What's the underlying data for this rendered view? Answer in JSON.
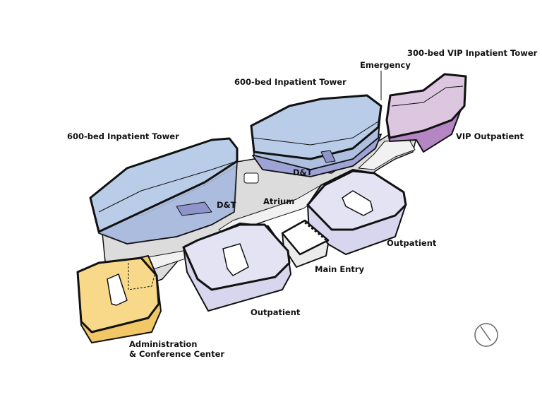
{
  "labels": {
    "tower_left": "600-bed  Inpatient Tower",
    "tower_mid": "600-bed  Inpatient Tower",
    "emergency": "Emergency",
    "vip_tower": "300-bed VIP Inpatient Tower",
    "vip_outpatient": "VIP Outpatient",
    "dt_left": "D&T",
    "dt_mid": "D&T",
    "atrium": "Atrium",
    "outpatient_right": "Outpatient",
    "outpatient_center": "Outpatient",
    "main_entry": "Main Entry",
    "admin_line1": "Administration",
    "admin_line2": "& Conference Center"
  },
  "colors": {
    "inpatient_blue": "#b9cde8",
    "dt_purple": "#9ea3d6",
    "vip_lilac": "#dcc6e0",
    "vip_purple": "#b487c4",
    "outpatient_lavender": "#e4e3f3",
    "podium_grey": "#dcdcdc",
    "walkway_light": "#f1f1f1",
    "admin_yellow": "#f8d98a"
  },
  "icons": {
    "north_arrow": "north-arrow-icon"
  }
}
